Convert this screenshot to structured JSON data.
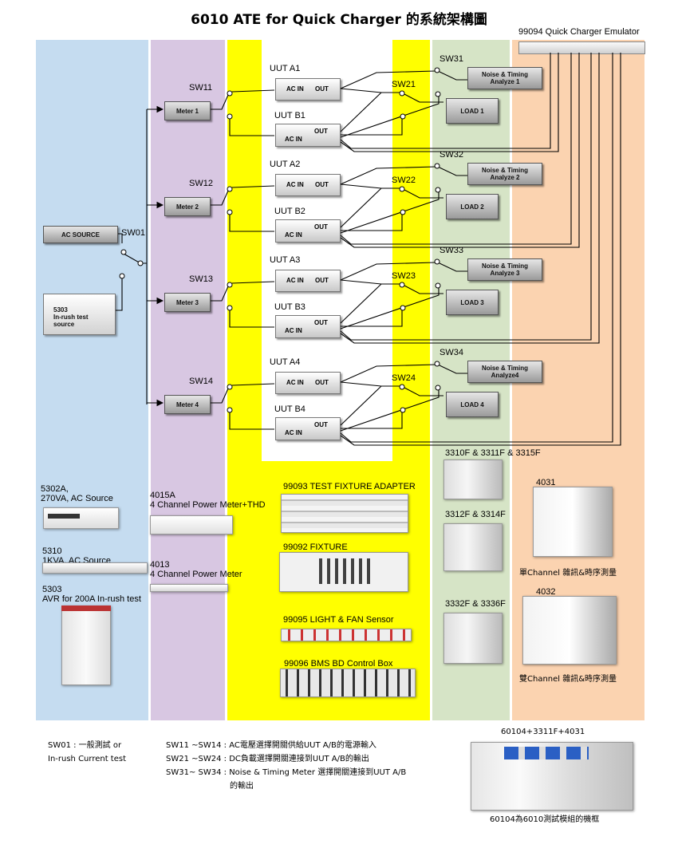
{
  "title": "6010 ATE for Quick Charger 的系統架構圖",
  "emulator": {
    "label": "99094 Quick Charger Emulator"
  },
  "sources": {
    "ac_source": "AC SOURCE",
    "sw01": "SW01",
    "inrush": "5303\nIn-rush test\nsource"
  },
  "meters": [
    {
      "sw": "SW11",
      "label": "Meter 1"
    },
    {
      "sw": "SW12",
      "label": "Meter 2"
    },
    {
      "sw": "SW13",
      "label": "Meter 3"
    },
    {
      "sw": "SW14",
      "label": "Meter 4"
    }
  ],
  "uut": {
    "ac_in": "AC IN",
    "out": "OUT",
    "a": [
      "UUT A1",
      "UUT A2",
      "UUT A3",
      "UUT A4"
    ],
    "b": [
      "UUT B1",
      "UUT B2",
      "UUT B3",
      "UUT B4"
    ]
  },
  "sw2": [
    "SW21",
    "SW22",
    "SW23",
    "SW24"
  ],
  "sw3": [
    "SW31",
    "SW32",
    "SW33",
    "SW34"
  ],
  "noise": [
    "Noise & Timing\nAnalyze 1",
    "Noise & Timing\nAnalyze 2",
    "Noise & Timing\nAnalyze 3",
    "Noise & Timing\nAnalyze4"
  ],
  "loads": [
    "LOAD 1",
    "LOAD 2",
    "LOAD 3",
    "LOAD 4"
  ],
  "equipment": {
    "e5302a": "5302A,\n270VA, AC Source",
    "e5310": "5310\n1KVA. AC Source",
    "e5303": "5303\nAVR for 200A In-rush test",
    "e4015a": "4015A\n4 Channel Power Meter+THD",
    "e4013": "4013\n4 Channel Power Meter",
    "f99093": "99093 TEST FIXTURE ADAPTER",
    "f99092": "99092 FIXTURE",
    "f99095": "99095 LIGHT & FAN Sensor",
    "f99096": "99096 BMS BD Control Box",
    "l3310": "3310F & 3311F & 3315F",
    "l3312": "3312F & 3314F",
    "l3332": "3332F & 3336F",
    "m4031": "4031",
    "m4031_desc": "單Channel 雜訊&時序測量",
    "m4032": "4032",
    "m4032_desc": "雙Channel 雜訊&時序測量"
  },
  "notes": {
    "sw01_line1": "SW01 : 一般測試 or",
    "sw01_line2": "In-rush Current test",
    "sw11_line": "SW11 ~SW14 : AC電壓選擇開關供給UUT A/B的電源輸入",
    "sw21_line": "SW21 ~SW24 : DC負載選擇開關連接到UUT A/B的輸出",
    "sw31_line": "SW31~ SW34 : Noise & Timing Meter 選擇開關連接到UUT A/B",
    "sw31_line2": "的輸出"
  },
  "frame": {
    "title": "60104+3311F+4031",
    "caption": "60104為6010測試模組的機框"
  }
}
